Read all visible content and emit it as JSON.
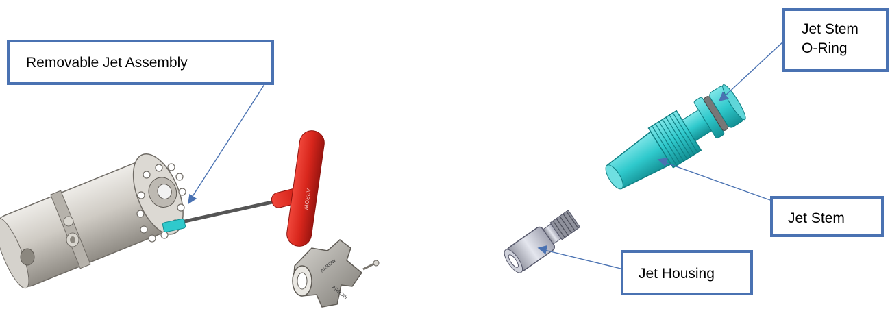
{
  "callouts": {
    "removable_jet_assembly": "Removable Jet Assembly",
    "jet_stem_oring_line1": "Jet Stem",
    "jet_stem_oring_line2": "O-Ring",
    "jet_stem": "Jet Stem",
    "jet_housing": "Jet Housing"
  },
  "colors": {
    "callout_border": "#4a72b2",
    "leader_line": "#4a72b2",
    "jet_stem_part": "#2fc9cc",
    "handle_red": "#d8261c",
    "body_metal": "#c8c5bf"
  }
}
